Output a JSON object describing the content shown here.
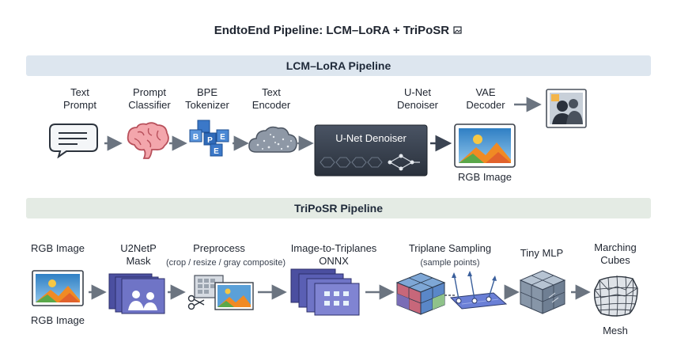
{
  "title": "EndtoEnd Pipeline: LCM–LoRA + TriPoSR",
  "title_suffix_icon": "image-icon",
  "lcm": {
    "band": "LCM–LoRA Pipeline",
    "steps": [
      {
        "label1": "Text",
        "label2": "Prompt",
        "icon": "chat-bubble-icon"
      },
      {
        "label1": "Prompt",
        "label2": "Classifier",
        "icon": "brain-icon"
      },
      {
        "label1": "BPE",
        "label2": "Tokenizer",
        "icon": "tokens-icon",
        "tokens": [
          "B",
          "P",
          "E",
          "E"
        ]
      },
      {
        "label1": "Text",
        "label2": "Encoder",
        "icon": "cloud-icon"
      },
      {
        "label1": "U-Net",
        "label2": "Denoiser",
        "icon": "unet-icon",
        "box_label": "U-Net Denoiser"
      },
      {
        "label1": "VAE",
        "label2": "Decoder",
        "icon": "image-icon",
        "caption": "RGB Image"
      },
      {
        "icon": "portrait-icon"
      }
    ]
  },
  "triposr": {
    "band": "TriPoSR Pipeline",
    "steps": [
      {
        "label1": "RGB Image",
        "caption": "RGB Image",
        "icon": "image-icon"
      },
      {
        "label1": "U2NetP",
        "label2": "Mask",
        "icon": "mask-icon"
      },
      {
        "label1": "Preprocess",
        "label2": "(crop / resize / gray composite)",
        "icon": "preprocess-icon"
      },
      {
        "label1": "Image-to-Triplanes",
        "label2": "ONNX",
        "icon": "triplanes-icon"
      },
      {
        "icon": "cube-icon"
      },
      {
        "label1": "Triplane Sampling",
        "label2": "(sample points)",
        "icon": "sampling-icon"
      },
      {
        "label1": "Tiny MLP",
        "icon": "mlp-cube-icon"
      },
      {
        "label1": "Marching",
        "label2": "Cubes",
        "caption": "Mesh",
        "icon": "mesh-icon"
      }
    ]
  },
  "colors": {
    "arrow": "#6b7480",
    "unet_dark": "#3a4352",
    "band_top": "#dde6ef",
    "band_bottom": "#e4ebe4"
  }
}
